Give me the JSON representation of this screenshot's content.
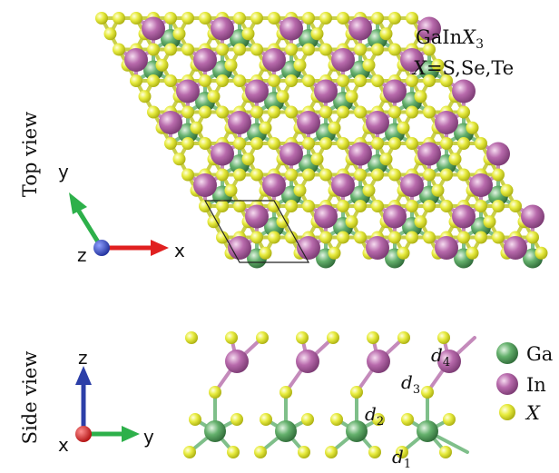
{
  "top_view": {
    "view_label": "Top view",
    "formula_prefix": "GaIn",
    "formula_var": "X",
    "formula_sub": "3",
    "variants_var": "X",
    "variants_values": "=S,Se,Te"
  },
  "side_view": {
    "view_label": "Side view",
    "bond_labels": {
      "d1": {
        "letter": "d",
        "sub": "1"
      },
      "d2": {
        "letter": "d",
        "sub": "2"
      },
      "d3": {
        "letter": "d",
        "sub": "3"
      },
      "d4": {
        "letter": "d",
        "sub": "4"
      }
    }
  },
  "axes_top": {
    "x": "x",
    "y": "y",
    "z": "z"
  },
  "axes_side": {
    "x": "x",
    "y": "y",
    "z": "z"
  },
  "legend": [
    {
      "label": "Ga",
      "italic": false,
      "color": "#5fae6a"
    },
    {
      "label": "In",
      "italic": false,
      "color": "#b56aaa"
    },
    {
      "label": "X",
      "italic": true,
      "color": "#e2e63a"
    }
  ],
  "colors": {
    "ga": "#5fae6a",
    "in": "#b56aaa",
    "x": "#e2e63a",
    "axis_x": "#e02020",
    "axis_y": "#2db04a",
    "axis_z": "#2c3fa8"
  }
}
